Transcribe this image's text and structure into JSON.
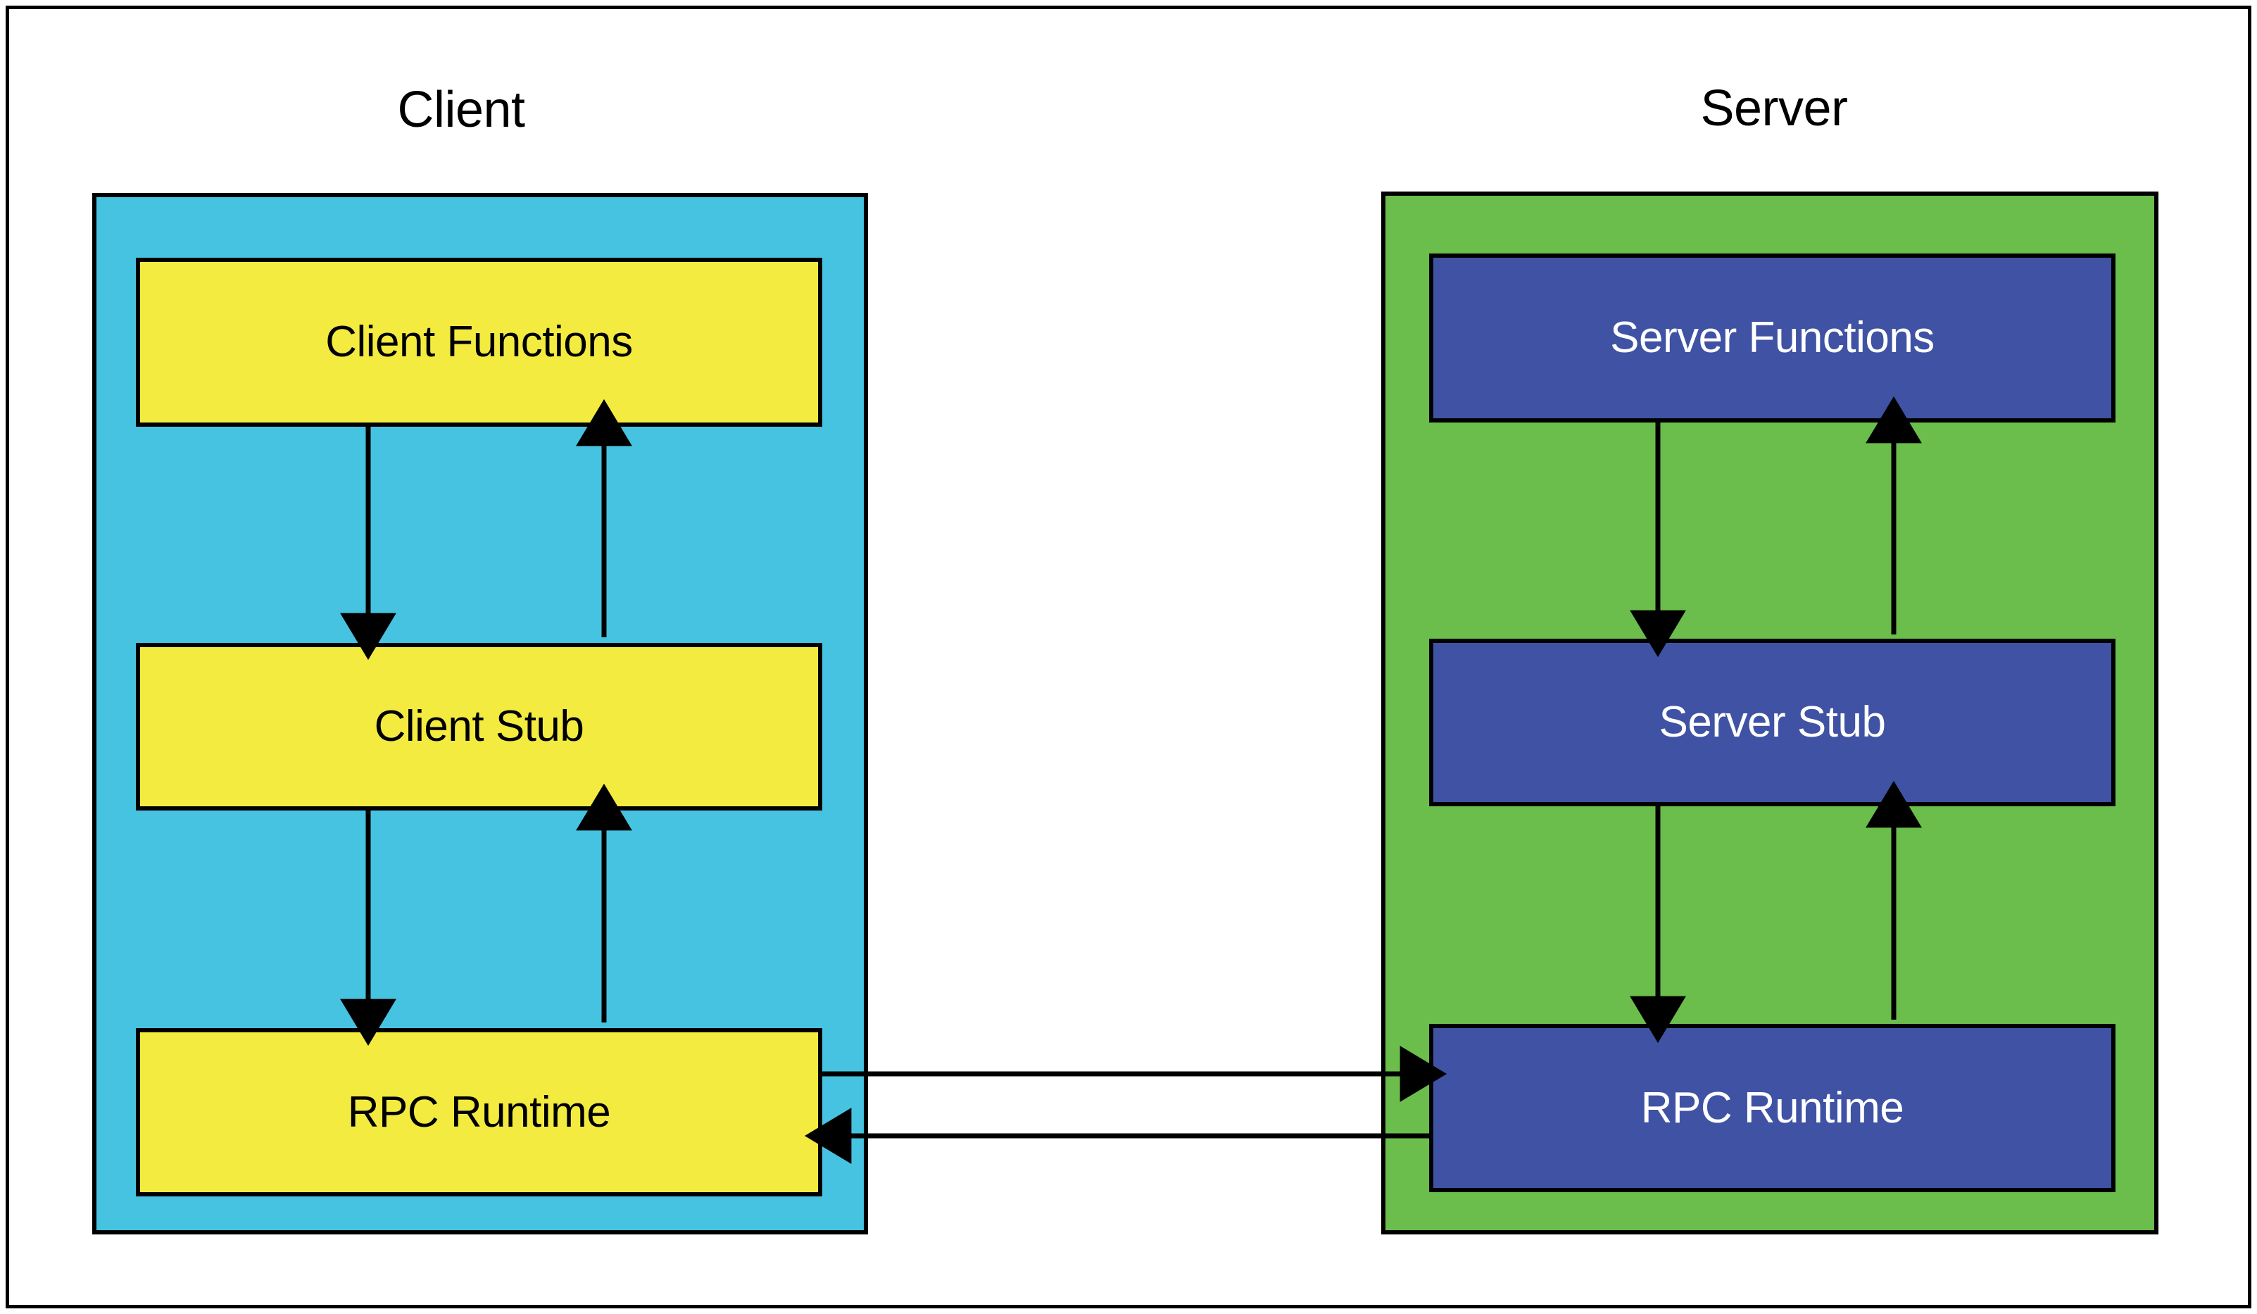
{
  "diagram": {
    "title_client": "Client",
    "title_server": "Server",
    "colors": {
      "client_panel": "#46C3E0",
      "server_panel": "#6BBE4B",
      "client_node": "#F4EB40",
      "server_node": "#3F52A4",
      "stroke": "#000000",
      "background": "#FFFFFF",
      "client_node_text": "#000000",
      "server_node_text": "#FFFFFF"
    },
    "client": {
      "panel_label": "Client",
      "nodes": [
        {
          "label": "Client Functions",
          "name": "client-functions"
        },
        {
          "label": "Client Stub",
          "name": "client-stub"
        },
        {
          "label": "RPC Runtime",
          "name": "client-rpc-runtime"
        }
      ]
    },
    "server": {
      "panel_label": "Server",
      "nodes": [
        {
          "label": "Server Functions",
          "name": "server-functions"
        },
        {
          "label": "Server Stub",
          "name": "server-stub"
        },
        {
          "label": "RPC Runtime",
          "name": "server-rpc-runtime"
        }
      ]
    },
    "connections": [
      {
        "name": "client-functions-to-client-stub",
        "from": "Client Functions",
        "to": "Client Stub",
        "direction": "down"
      },
      {
        "name": "client-stub-to-client-functions",
        "from": "Client Stub",
        "to": "Client Functions",
        "direction": "up"
      },
      {
        "name": "client-stub-to-client-rpc",
        "from": "Client Stub",
        "to": "RPC Runtime",
        "direction": "down"
      },
      {
        "name": "client-rpc-to-client-stub",
        "from": "RPC Runtime",
        "to": "Client Stub",
        "direction": "up"
      },
      {
        "name": "client-rpc-to-server-rpc",
        "from": "RPC Runtime",
        "to": "RPC Runtime",
        "direction": "right"
      },
      {
        "name": "server-rpc-to-client-rpc",
        "from": "RPC Runtime",
        "to": "RPC Runtime",
        "direction": "left"
      },
      {
        "name": "server-rpc-to-server-stub",
        "from": "RPC Runtime",
        "to": "Server Stub",
        "direction": "up"
      },
      {
        "name": "server-stub-to-server-rpc",
        "from": "Server Stub",
        "to": "RPC Runtime",
        "direction": "down"
      },
      {
        "name": "server-stub-to-server-functions",
        "from": "Server Stub",
        "to": "Server Functions",
        "direction": "up"
      },
      {
        "name": "server-functions-to-server-stub",
        "from": "Server Functions",
        "to": "Server Stub",
        "direction": "down"
      }
    ]
  }
}
